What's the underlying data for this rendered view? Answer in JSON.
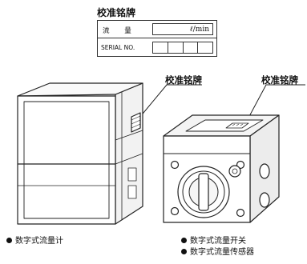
{
  "nameplate": {
    "title": "校准铭牌",
    "flow_label": "流 量",
    "flow_unit_l": "ℓ",
    "flow_unit_rest": "/min",
    "serial_label": "SERIAL NO."
  },
  "callouts": {
    "meter_label": "校准铭牌",
    "switch_label": "校准铭牌"
  },
  "captions": {
    "meter": "数字式流量计",
    "switch": "数字式流量开关",
    "sensor": "数字式流量传感器"
  }
}
